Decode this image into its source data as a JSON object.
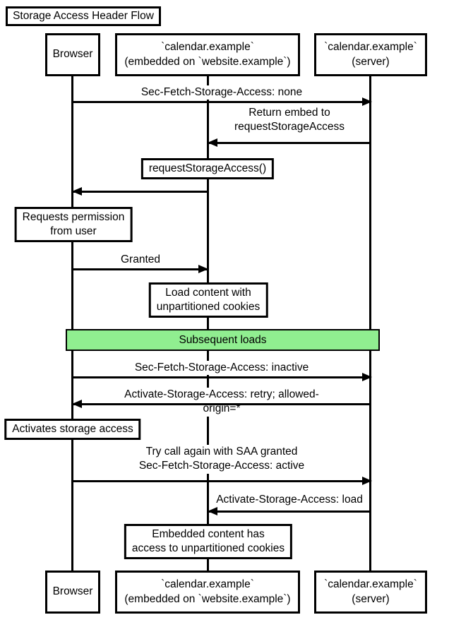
{
  "title": "Storage Access Header Flow",
  "colors": {
    "line": "#000000",
    "note_fill": "#ffffff",
    "section_fill": "#90EE90",
    "background": "#ffffff"
  },
  "diagram": {
    "type": "sequence-diagram",
    "participants": [
      {
        "id": "browser",
        "label": "Browser"
      },
      {
        "id": "embed",
        "label": "`calendar.example`\n(embedded on `website.example`)"
      },
      {
        "id": "server",
        "label": "`calendar.example`\n(server)"
      }
    ],
    "messages": [
      {
        "text": "Sec-Fetch-Storage-Access: none",
        "from": "browser",
        "to": "server"
      },
      {
        "text": "Return embed to\nrequestStorageAccess",
        "from": "server",
        "to": "embed"
      },
      {
        "text": "",
        "from": "embed",
        "to": "browser"
      },
      {
        "text": "Granted",
        "from": "browser",
        "to": "embed"
      },
      {
        "text": "Sec-Fetch-Storage-Access: inactive",
        "from": "browser",
        "to": "server"
      },
      {
        "text": "Activate-Storage-Access: retry; allowed-origin=*",
        "from": "server",
        "to": "browser"
      },
      {
        "text": "Try call again with SAA granted\nSec-Fetch-Storage-Access: active",
        "from": "browser",
        "to": "server"
      },
      {
        "text": "Activate-Storage-Access: load",
        "from": "server",
        "to": "embed"
      }
    ],
    "notes": [
      {
        "text": "requestStorageAccess()",
        "over": "embed"
      },
      {
        "text": "Requests permission\nfrom user",
        "over": "browser"
      },
      {
        "text": "Load content with\nunpartitioned cookies",
        "over": "embed"
      },
      {
        "text": "Activates storage access",
        "over": "browser"
      },
      {
        "text": "Embedded content has\naccess to unpartitioned cookies",
        "over": "embed"
      }
    ],
    "section": {
      "label": "Subsequent loads",
      "fill": "#90EE90"
    }
  }
}
